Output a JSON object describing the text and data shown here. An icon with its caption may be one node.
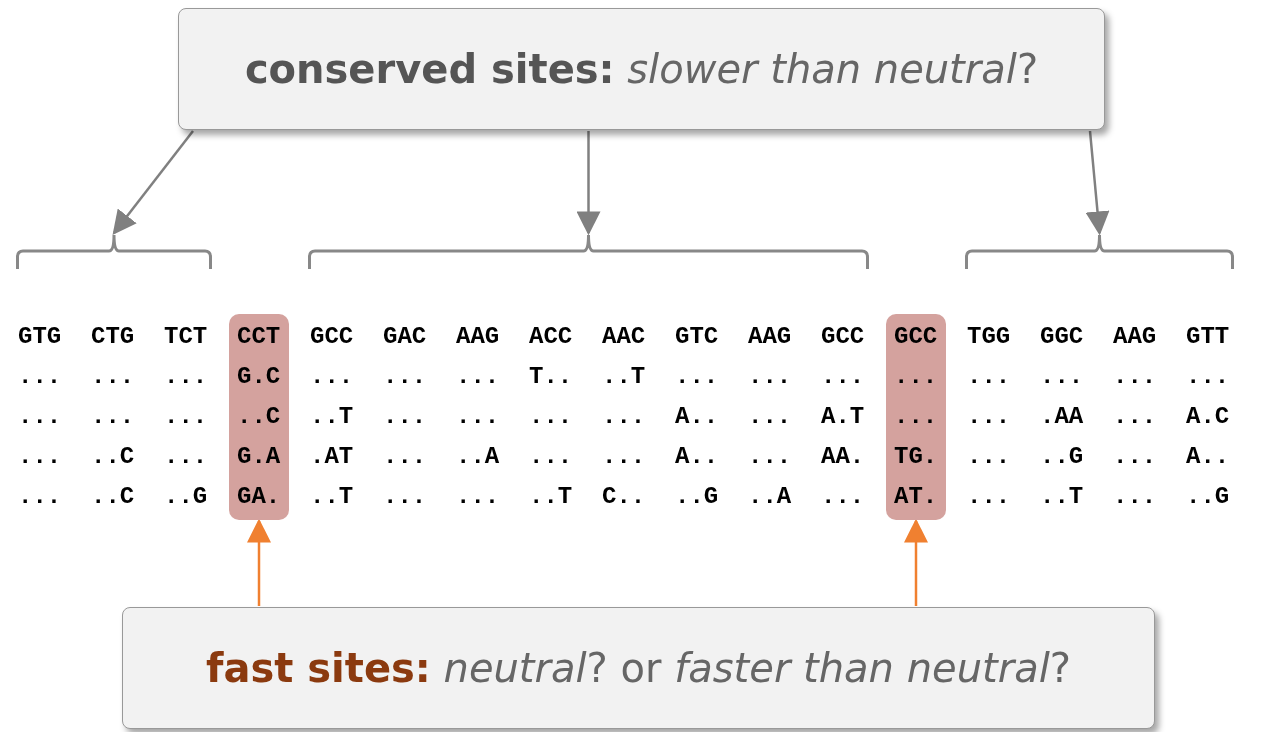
{
  "diagram": {
    "nodes": [
      {
        "text": [
          "**conserved sites:** *slower than neutral*?"
        ]
      },
      {
        "text": [],
        "shape": "bracket"
      },
      {
        "text": [],
        "shape": "bracket"
      },
      {
        "text": [],
        "shape": "bracket"
      },
      {
        "text": [
          "CCT",
          "G.C",
          "..C",
          "G.A",
          "GA."
        ]
      },
      {
        "text": [
          "GCC",
          "...",
          "...",
          "TG.",
          "AT."
        ]
      },
      {
        "text": [
          "**fast sites:**  *neutral*?  or  *faster than neutral*?"
        ]
      }
    ],
    "edges": [
      {
        "from": 0,
        "to": 1,
        "arrow": "to"
      },
      {
        "from": 0,
        "to": 2,
        "arrow": "to"
      },
      {
        "from": 0,
        "to": 3,
        "arrow": "to"
      },
      {
        "from": 6,
        "to": 4,
        "arrow": "to",
        "color": "#f08030"
      },
      {
        "from": 6,
        "to": 5,
        "arrow": "to",
        "color": "#f08030"
      }
    ],
    "labels": [
      "GTG",
      "CTG",
      "TCT",
      "GCC",
      "GAC",
      "AAG",
      "ACC",
      "AAC",
      "GTC",
      "AAG",
      "GCC",
      "TGG",
      "GGC",
      "AAG",
      "GTT",
      "...",
      "...",
      "...",
      "...",
      "...",
      "...",
      "T..",
      "..T",
      "...",
      "...",
      "...",
      "...",
      "...",
      "...",
      "...",
      "...",
      "...",
      "...",
      "..T",
      "...",
      "...",
      "...",
      "...",
      "A..",
      "...",
      "A.T",
      "...",
      ".AA",
      "...",
      "A.C",
      "...",
      "..C",
      "...",
      ".AT",
      "...",
      "..A",
      "...",
      "...",
      "A..",
      "...",
      "AA.",
      "...",
      "..G",
      "...",
      "A..",
      "...",
      "..C",
      "..G",
      "..T",
      "...",
      "...",
      "..T",
      "C..",
      "..G",
      "..A",
      "...",
      "...",
      "..T",
      "...",
      "..G"
    ]
  }
}
